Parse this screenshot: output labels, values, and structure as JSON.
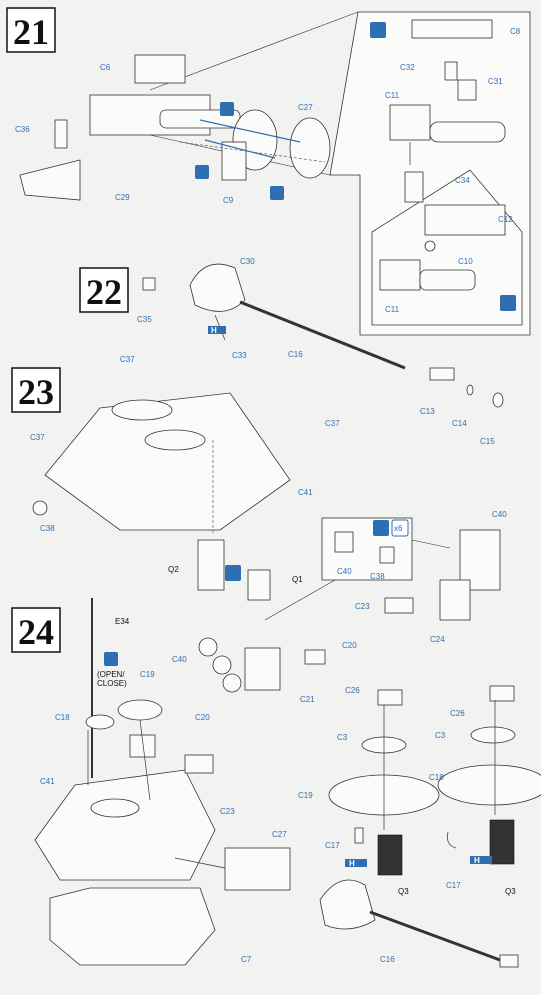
{
  "steps": [
    "21",
    "22",
    "23",
    "24"
  ],
  "step21": {
    "labels": [
      "C6",
      "C8",
      "C32",
      "C31",
      "C11",
      "C27",
      "C36",
      "C9",
      "C29",
      "C34",
      "C12",
      "C10",
      "C11"
    ]
  },
  "step22": {
    "labels": [
      "C30",
      "C35",
      "C33",
      "C16",
      "C13",
      "C14",
      "C15"
    ],
    "qty_tag": "H"
  },
  "step23": {
    "labels": [
      "C37",
      "C37",
      "C37",
      "C41",
      "C38",
      "Q2",
      "Q1",
      "C40",
      "C38",
      "C40",
      "C23",
      "C24"
    ],
    "multiply_tag": "x6"
  },
  "step24": {
    "labels": [
      "E34",
      "C20",
      "C40",
      "C21",
      "C19",
      "C18",
      "C20",
      "C41",
      "C23",
      "C27",
      "C26",
      "C3",
      "C19",
      "C17",
      "Q3",
      "C26",
      "C3",
      "C18",
      "C17",
      "Q3",
      "C16",
      "C7"
    ],
    "open_close_line1": "(OPEN/",
    "open_close_line2": "CLOSE)",
    "qty_tags": [
      "H",
      "H"
    ]
  },
  "icon_color": "#2e6fb3"
}
